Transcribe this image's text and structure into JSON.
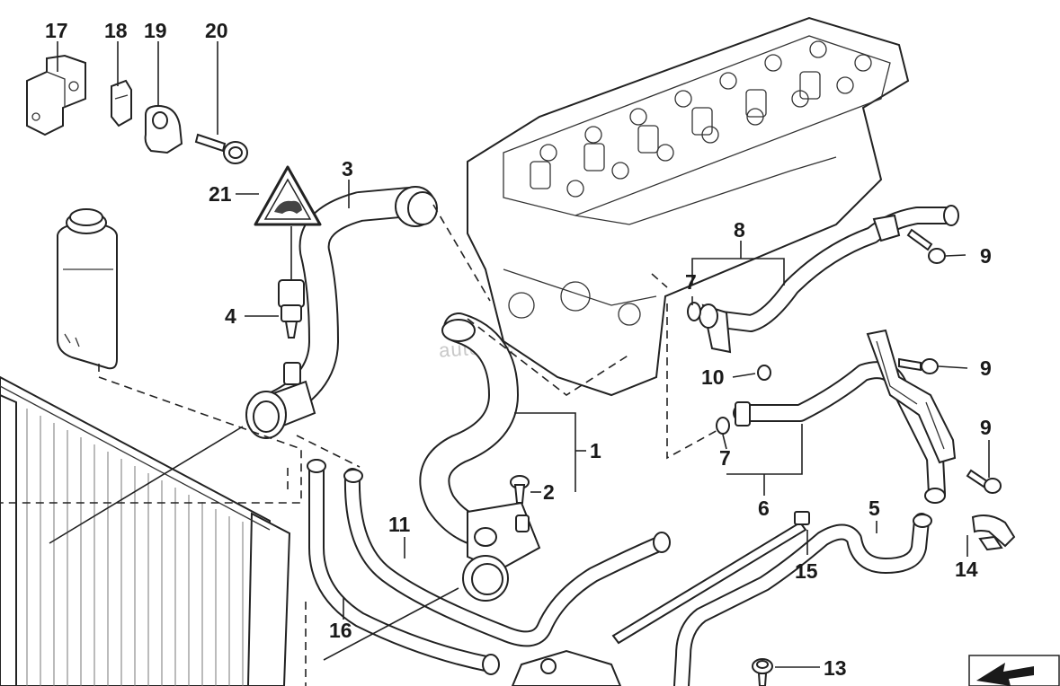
{
  "diagram": {
    "watermark": "autokaz-auto.ru",
    "callouts": [
      {
        "id": "c17",
        "label": "17"
      },
      {
        "id": "c18",
        "label": "18"
      },
      {
        "id": "c19",
        "label": "19"
      },
      {
        "id": "c20",
        "label": "20"
      },
      {
        "id": "c21",
        "label": "21"
      },
      {
        "id": "c3",
        "label": "3"
      },
      {
        "id": "c4",
        "label": "4"
      },
      {
        "id": "c8",
        "label": "8"
      },
      {
        "id": "c9a",
        "label": "9"
      },
      {
        "id": "c7a",
        "label": "7"
      },
      {
        "id": "c10",
        "label": "10"
      },
      {
        "id": "c9b",
        "label": "9"
      },
      {
        "id": "c9c",
        "label": "9"
      },
      {
        "id": "c7b",
        "label": "7"
      },
      {
        "id": "c6",
        "label": "6"
      },
      {
        "id": "c1",
        "label": "1"
      },
      {
        "id": "c2",
        "label": "2"
      },
      {
        "id": "c11",
        "label": "11"
      },
      {
        "id": "c16",
        "label": "16"
      },
      {
        "id": "c5",
        "label": "5"
      },
      {
        "id": "c15",
        "label": "15"
      },
      {
        "id": "c14",
        "label": "14"
      },
      {
        "id": "c13",
        "label": "13"
      }
    ]
  }
}
